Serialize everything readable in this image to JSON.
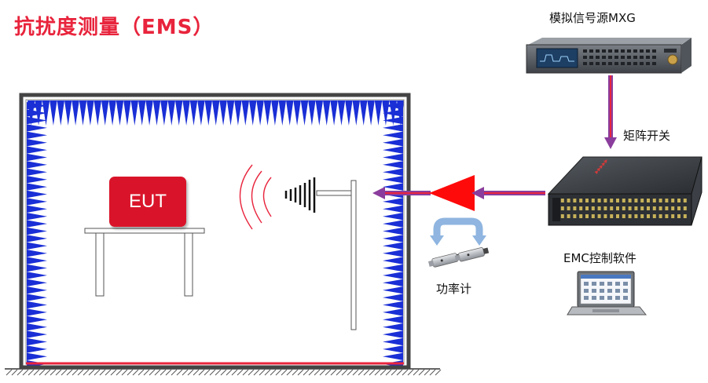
{
  "title": "抗扰度测量（EMS）",
  "labels": {
    "signal_source": "模拟信号源MXG",
    "matrix_switch": "矩阵开关",
    "emc_software": "EMC控制软件",
    "power_meter": "功率计",
    "eut": "EUT"
  },
  "colors": {
    "title": "#e8243c",
    "absorber": "#1a2fd6",
    "amplifier": "#ff0a0a",
    "cable_purple": "#8a3d9c",
    "cable_red": "#e8243c",
    "power_arrow": "#8fb5e0"
  }
}
